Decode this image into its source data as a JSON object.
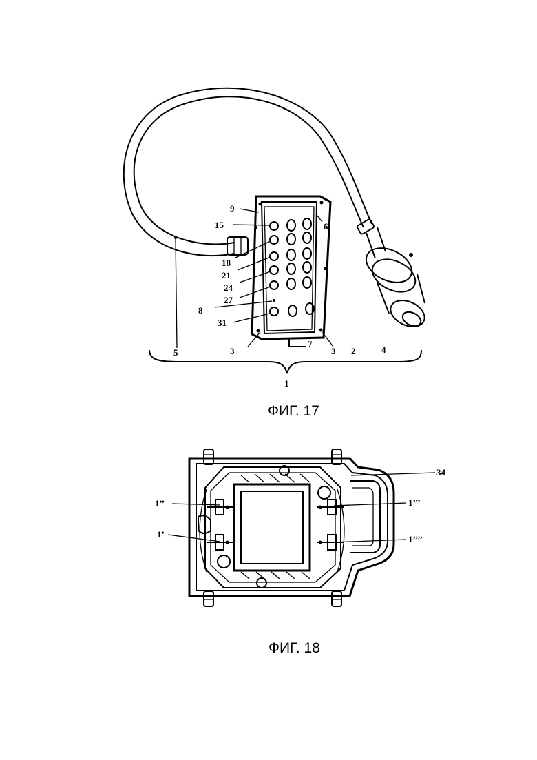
{
  "figure17": {
    "caption": "ФИГ. 17",
    "labels": {
      "l9": "9",
      "l6": "6",
      "l15": "15",
      "l18": "18",
      "l21": "21",
      "l24": "24",
      "l27": "27",
      "l8": "8",
      "l31": "31",
      "l3a": "3",
      "l3b": "3",
      "l7": "7",
      "l2": "2",
      "l4": "4",
      "l5": "5",
      "l1": "1"
    }
  },
  "figure18": {
    "caption": "ФИГ. 18",
    "labels": {
      "l34": "34",
      "l1dq": "1’’",
      "l1p": "1’",
      "l1tq": "1’’’",
      "l1qq": "1’’’’"
    }
  }
}
